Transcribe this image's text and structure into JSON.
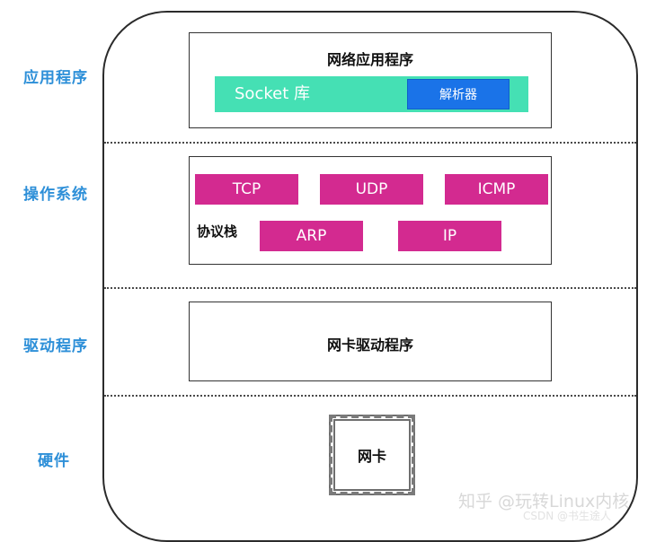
{
  "layers": {
    "app": "应用程序",
    "os": "操作系统",
    "driver": "驱动程序",
    "hardware": "硬件"
  },
  "app_box": {
    "title": "网络应用程序",
    "socket_label": "Socket 库",
    "resolver_label": "解析器"
  },
  "os_box": {
    "stack_label": "协议栈",
    "protocols": [
      "TCP",
      "UDP",
      "ICMP",
      "ARP",
      "IP"
    ]
  },
  "driver_box": {
    "title": "网卡驱动程序"
  },
  "hardware_box": {
    "title": "网卡"
  },
  "watermark": {
    "main": "知乎 @玩转Linux内核",
    "sub": "CSDN @书生途人"
  },
  "colors": {
    "layer_label": "#2d8fd8",
    "socket_bar": "#45e0b4",
    "resolver": "#1a73e8",
    "protocol": "#d32a90"
  }
}
